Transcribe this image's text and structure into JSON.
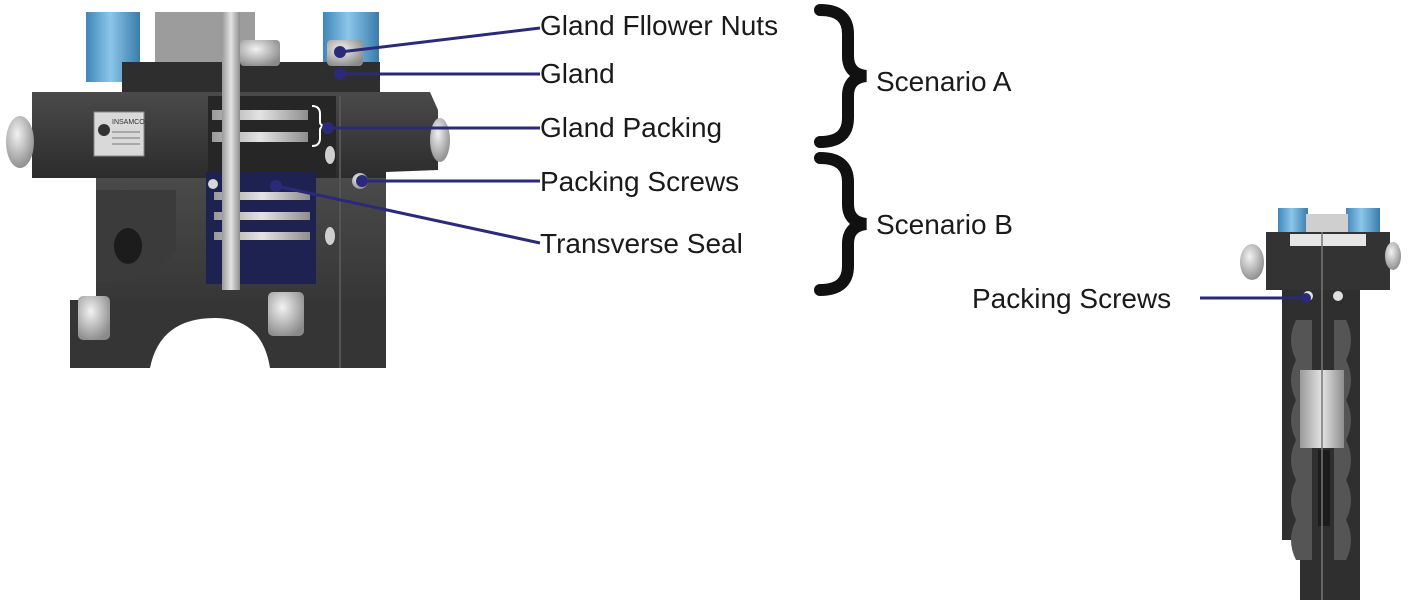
{
  "callouts": {
    "gland_fllower_nuts": "Gland Fllower Nuts",
    "gland": "Gland",
    "gland_packing": "Gland Packing",
    "packing_screws": "Packing Screws",
    "transverse_seal": "Transverse Seal",
    "packing_screws_side": "Packing Screws"
  },
  "groups": {
    "scenario_a": "Scenario A",
    "scenario_b": "Scenario B"
  },
  "nameplate": {
    "brand": "INSAMCO"
  },
  "colors": {
    "leader_line": "#2b2a7a",
    "valve_body": "#3a3a3a",
    "actuator_blue": "#6ab0dc",
    "stainless": "#c7c7c7"
  }
}
